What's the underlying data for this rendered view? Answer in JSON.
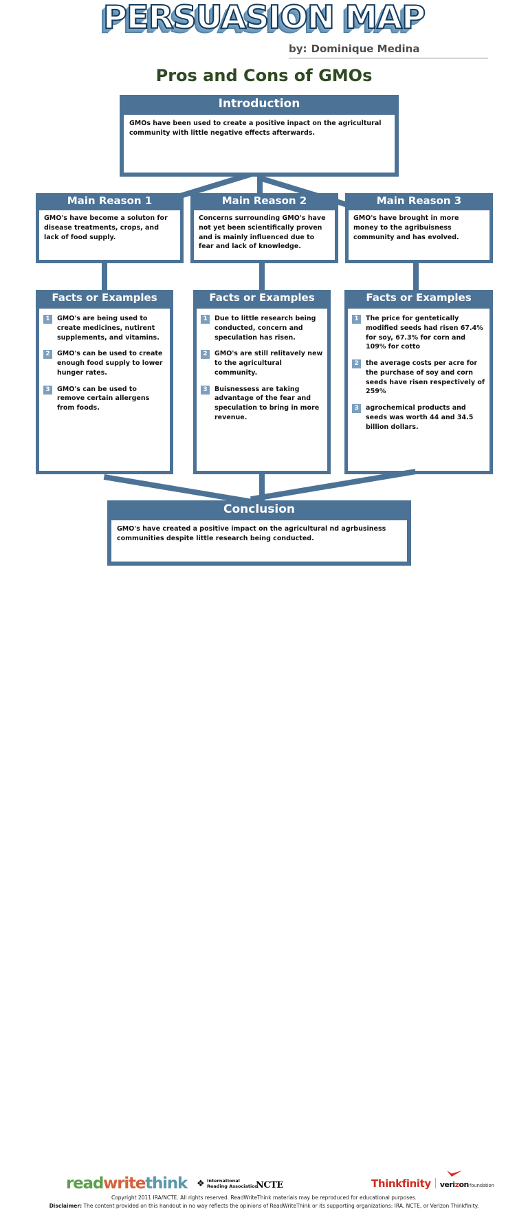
{
  "header": {
    "title": "PERSUASION MAP",
    "author_label": "by:",
    "author_name": "Dominique Medina",
    "subtitle": "Pros and Cons of GMOs"
  },
  "colors": {
    "box_blue": "#4c7296",
    "number_badge_blue": "#7d9fbe",
    "subtitle_green": "#2f4a22",
    "title_white": "#ffffff",
    "title_outline": "#123a5c"
  },
  "introduction": {
    "heading": "Introduction",
    "body": "GMOs have been used to create a positive inpact on the agricultural community with little negative  effects afterwards."
  },
  "reasons": [
    {
      "heading": "Main Reason 1",
      "body": "GMO's have become a soluton for disease treatments, crops, and lack of food supply."
    },
    {
      "heading": "Main Reason 2",
      "body": "Concerns surrounding GMO's have not yet been scientifically proven and is mainly influenced due to fear and lack of knowledge."
    },
    {
      "heading": "Main Reason 3",
      "body": "GMO's have brought in more money to the agribuisness community and has evolved."
    }
  ],
  "facts": [
    {
      "heading": "Facts or Examples",
      "items": [
        {
          "num": "1",
          "text": "GMO's are being used to create medicines, nutirent supplements, and vitamins."
        },
        {
          "num": "2",
          "text": "GMO's can be used to create enough food supply to lower hunger rates."
        },
        {
          "num": "3",
          "text": "GMO's can be used to remove certain allergens from foods."
        }
      ]
    },
    {
      "heading": "Facts or Examples",
      "items": [
        {
          "num": "1",
          "text": "Due to little research being conducted, concern and speculation has risen."
        },
        {
          "num": "2",
          "text": "GMO's are still relitavely new to the agricultural community."
        },
        {
          "num": "3",
          "text": "Buisnessess are taking advantage of the fear and speculation to bring in more revenue."
        }
      ]
    },
    {
      "heading": "Facts or Examples",
      "items": [
        {
          "num": "1",
          "text": "The price for gentetically modified seeds had risen 67.4% for soy, 67.3% for corn and 109% for cotto"
        },
        {
          "num": "2",
          "text": "the average costs per acre for the purchase of soy and corn seeds have risen respectively of 259%"
        },
        {
          "num": "3",
          "text": "agrochemical products and seeds was worth 44 and 34.5 billion dollars."
        }
      ]
    }
  ],
  "conclusion": {
    "heading": "Conclusion",
    "body": "GMO's have created a positive impact on the agricultural nd agrbusiness communities despite little research being conducted."
  },
  "footer": {
    "rwt_read": "read",
    "rwt_write": "write",
    "rwt_think": "think",
    "ira_line1": "International",
    "ira_line2": "Reading Association",
    "ncte": "NCTE",
    "thinkfinity": "Thinkfinity",
    "verizon": "verizon",
    "verizon_foundation": "foundation",
    "copyright": "Copyright 2011 IRA/NCTE. All rights reserved. ReadWriteThink materials may be reproduced for educational purposes.",
    "disclaimer_label": "Disclaimer:",
    "disclaimer_text": " The content provided on this handout in no way reflects the opinions of ReadWriteThink or its supporting organizations: IRA, NCTE, or Verizon Thinkfinity."
  }
}
